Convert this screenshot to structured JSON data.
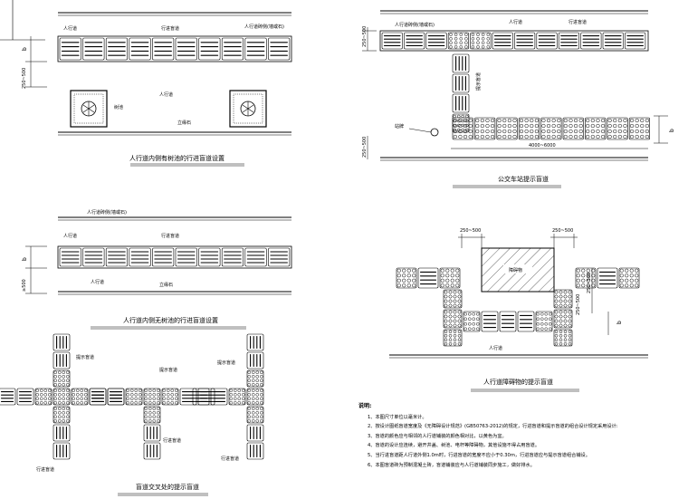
{
  "sections": {
    "tree_pit_title": "人行道内侧有树池的行进盲道设置",
    "no_tree_title": "人行道内侧无树池的行进盲道设置",
    "bus_stop_title": "公交车站提示盲道",
    "obstacle_title": "人行道障碍物的提示盲道",
    "intersection_title": "盲道交叉处的提示盲道"
  },
  "labels": {
    "sidewalk": "人行道",
    "walk_guide": "行进盲道",
    "warn_guide": "提示盲道",
    "curb_outer": "人行道砖侧(墙或石)",
    "curb": "立缘石",
    "tree": "树池",
    "bus_curb": "人行道砖侧(墙或石)",
    "stop_sign": "提示盲道",
    "stop_pole": "站牌",
    "obstacle": "障碍物"
  },
  "dims": {
    "b": "b",
    "d250_500": "250~500",
    "d500": "≥500",
    "d4000_6000": "4000~6000",
    "d250_500_v": "250~500"
  },
  "notes": {
    "title": "说明:",
    "items": [
      "1、本图尺寸单位以毫米计。",
      "2、按设计图纸盲道宽度及《无障碍设计规范》(GB50763-2012)的规定，行进盲道和提示盲道的组合设计规定采用设计:",
      "3、盲道的颜色应与相邻的人行道铺装的颜色相对比，以黄色为宜。",
      "4、盲道的设计应连续，避开井盖、树池、电杆等障碍物，其他设施不得占用盲道。",
      "5、当行进盲道距人行道外侧1.0m时，行进盲道的宽度不应小于0.30m，行进盲道应与提示盲道组合铺设。",
      "6、本图盲道砖为预制混凝土砖，盲道铺装应与人行道铺装同步施工，做好排水。"
    ]
  }
}
